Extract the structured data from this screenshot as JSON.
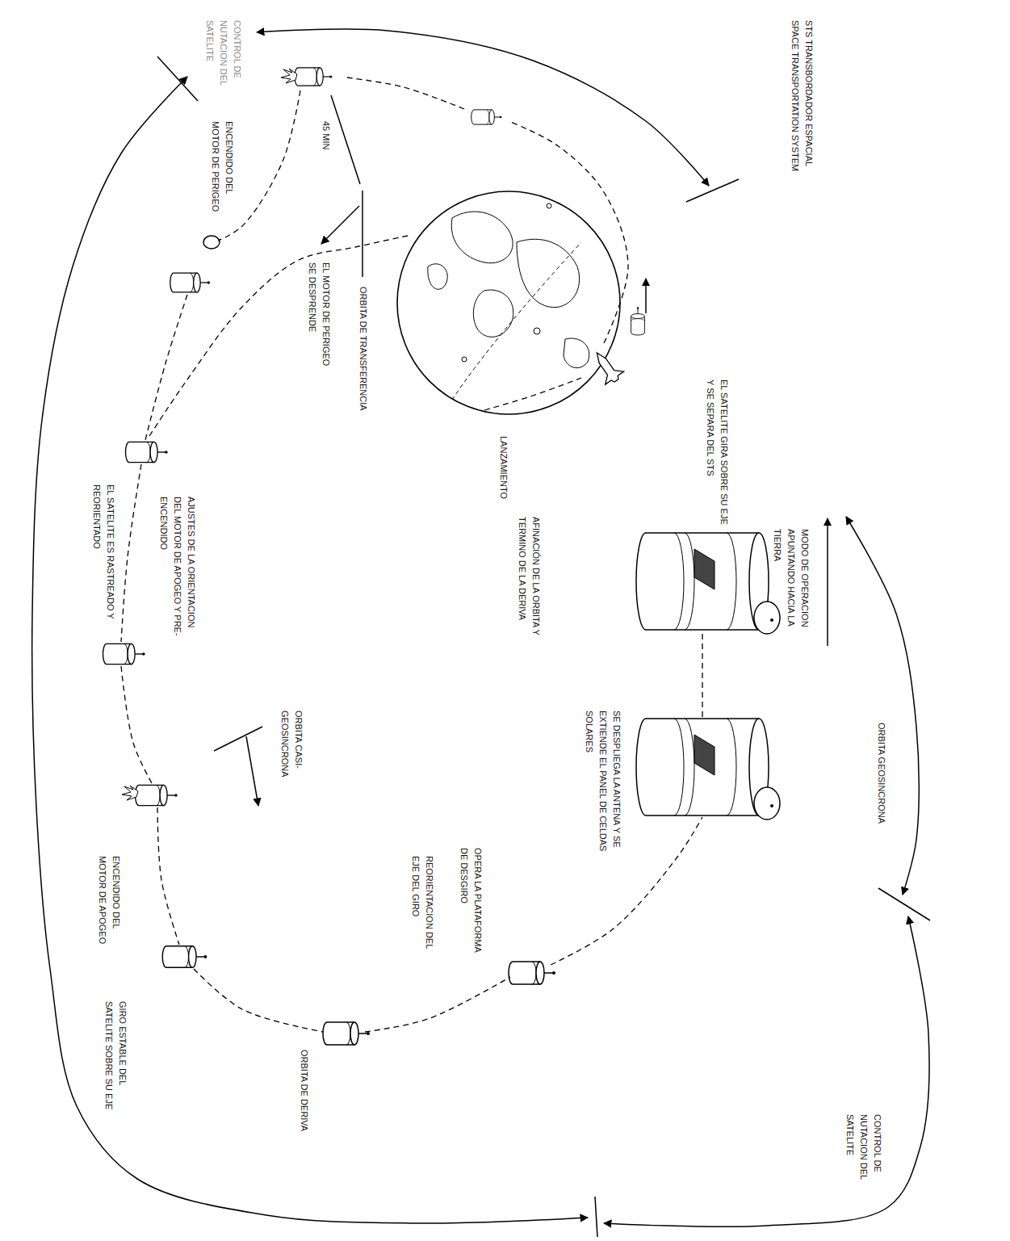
{
  "diagram": {
    "labels": [
      "STS TRANSBORDADOR ESPACIAL SPACE TRANSPORTATION SYSTEM",
      "CONTROL DE NUTACION DEL SATELITE",
      "EL SATELITE GIRA SOBRE SU EJE Y SE SEPARA DEL STS",
      "MODO DE OPERACION APUNTANDO HACIA LA TIERRA",
      "ORBITA GEOSINCRONA",
      "LANZAMIENTO",
      "ORBITA DE TRANSFERENCIA",
      "EL MOTOR DE PERIGEO SE DESPRENDE",
      "45 MIN",
      "ENCENDIDO DEL MOTOR DE PERIGEO",
      "AJUSTES DE LA ORIENTACION DEL MOTOR DE APOGEO Y PRE-ENCENDIDO",
      "EL SATELITE ES RASTREADO Y REORIENTADO",
      "ORBITA CASI-GEOSINCRONA",
      "ENCENDIDO DEL MOTOR DE APOGEO",
      "AFINACIÓN DE LA ORBITA Y TERMINO DE LA DERIVA",
      "SE DESPLIEGA LA ANTENA Y SE EXTIENDE EL PANEL DE CELDAS SOLARES",
      "OPERA LA PLATAFORMA DE DESGIRO",
      "REORIENTACION DEL EJE DEL GIRO",
      "ORBITA DE DERIVA",
      "GIRO ESTABLE DEL SATELITE SOBRE SU EJE",
      "CONTROL DE NUTACION DEL SATELITE"
    ]
  }
}
